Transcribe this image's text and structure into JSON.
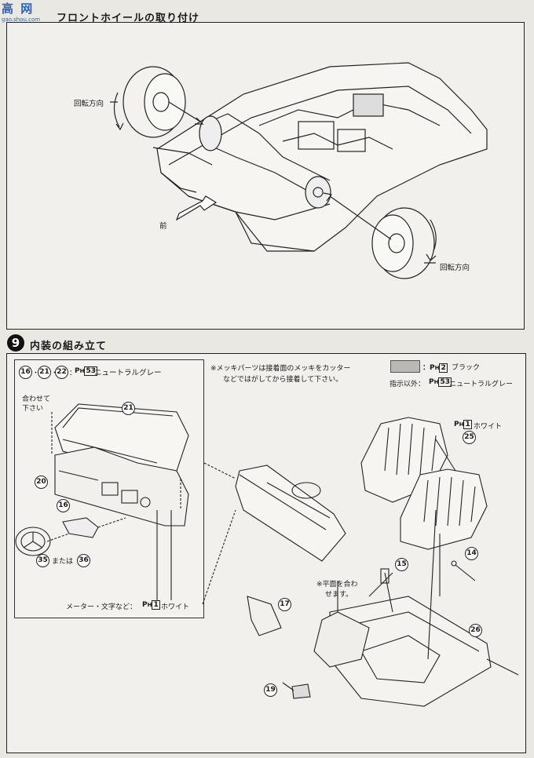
{
  "logo": {
    "mark": "高 网",
    "url": "gao.shou.com"
  },
  "section8": {
    "title": "フロントホイールの取り付け",
    "rotation_left": "回転方向",
    "rotation_right": "回転方向",
    "front": "前"
  },
  "section9": {
    "number": "9",
    "title": "内装の組み立て",
    "left_box": {
      "part_nums": [
        "16",
        "21",
        "22"
      ],
      "color_code": "53",
      "color_name": "ニュートラルグレー",
      "align_note": "合わせて下さい",
      "or_text": "または",
      "meter_note": "メーター・文字など：",
      "meter_code": "1",
      "meter_color": "ホワイト"
    },
    "plating_note_line1": "※メッキパーツは接着面のメッキをカッター",
    "plating_note_line2": "などではがしてから接着して下さい。",
    "legend_swatch_code": "2",
    "legend_swatch_name": "ブラック",
    "legend_other_label": "指示以外：",
    "legend_other_code": "53",
    "legend_other_name": "ニュートラルグレー",
    "seat_code": "1",
    "seat_color": "ホワイト",
    "flat_note_line1": "※平面を合わ",
    "flat_note_line2": "せます。",
    "parts": {
      "p14": "14",
      "p15": "15",
      "p16": "16",
      "p17": "17",
      "p19": "19",
      "p20": "20",
      "p21": "21",
      "p25": "25",
      "p26": "26",
      "p35": "35",
      "p36": "36"
    }
  }
}
